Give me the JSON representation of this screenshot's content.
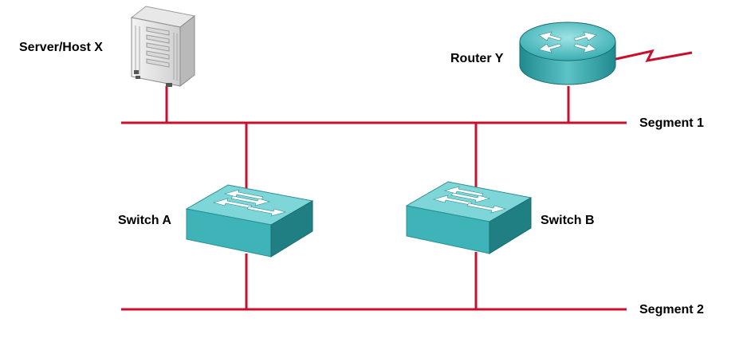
{
  "colors": {
    "cable": "#c8102e",
    "device_face": "#3fb4b8",
    "device_side": "#1f7f83",
    "device_top": "#7fd6d8",
    "arrow": "#ffffff"
  },
  "devices": {
    "server": {
      "label": "Server/Host X",
      "icon": "server-icon"
    },
    "router": {
      "label": "Router Y",
      "icon": "router-icon"
    },
    "switch_a": {
      "label": "Switch A",
      "icon": "switch-icon"
    },
    "switch_b": {
      "label": "Switch B",
      "icon": "switch-icon"
    }
  },
  "segments": {
    "segment_1": {
      "label": "Segment 1"
    },
    "segment_2": {
      "label": "Segment 2"
    }
  }
}
